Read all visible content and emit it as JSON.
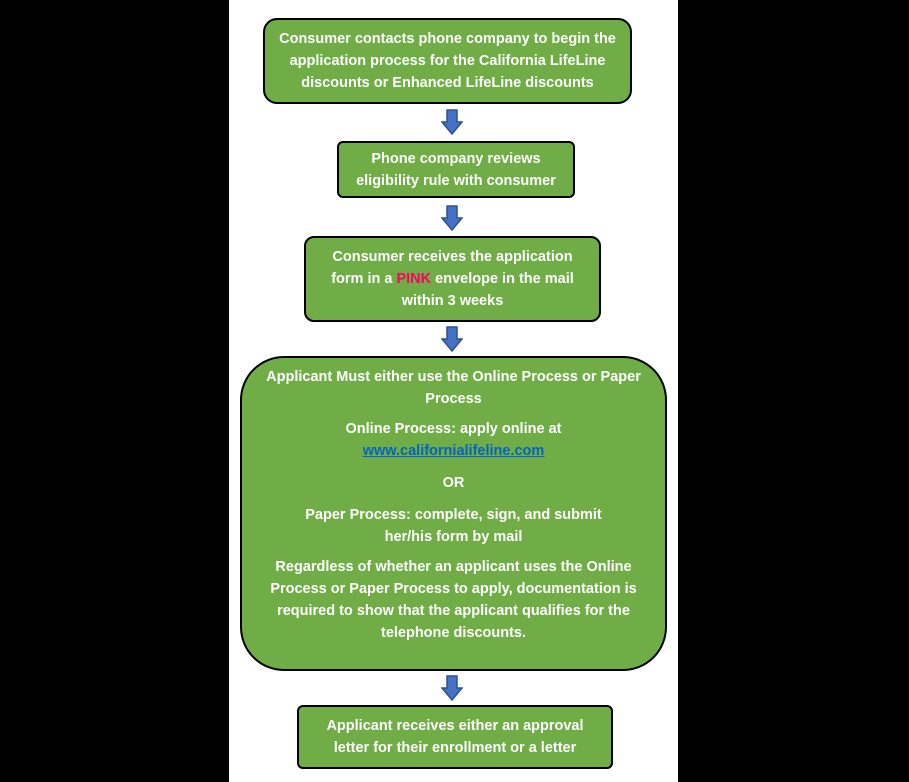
{
  "colors": {
    "background": "#000000",
    "panel": "#ffffff",
    "box_fill": "#70ad47",
    "box_border": "#000000",
    "box_text": "#ffffff",
    "arrow_fill": "#4472c4",
    "arrow_stroke": "#2f528f",
    "pink": "#ff0066",
    "link": "#0563c1"
  },
  "steps": {
    "step1": {
      "text": "Consumer contacts phone company to begin the application process for the California LifeLine discounts or Enhanced LifeLine discounts"
    },
    "step2": {
      "text": "Phone company reviews eligibility rule with consumer"
    },
    "step3": {
      "text_before": "Consumer receives the application form in a ",
      "highlight": "PINK",
      "text_after": " envelope in the mail within 3 weeks"
    },
    "step4": {
      "heading": "Applicant Must either use the Online Process or Paper Process",
      "online_label": "Online Process: apply online at",
      "online_link": "www.californialifeline.com",
      "or": "OR",
      "paper": "Paper Process: complete, sign, and submit her/his form by mail",
      "documentation": "Regardless of whether an applicant uses the Online Process or Paper Process to apply, documentation is required to show that the applicant qualifies for the telephone discounts."
    },
    "step5": {
      "text": "Applicant receives either an approval letter for their enrollment or a letter"
    }
  },
  "arrows": [
    "down-arrow-icon",
    "down-arrow-icon",
    "down-arrow-icon",
    "down-arrow-icon"
  ]
}
